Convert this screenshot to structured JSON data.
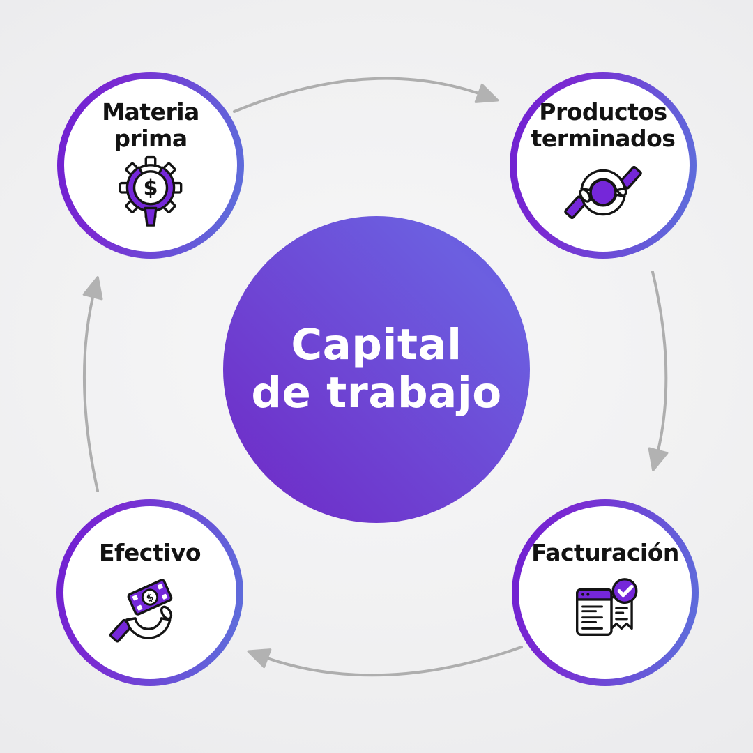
{
  "title": {
    "lines": [
      "Capital",
      "de trabajo"
    ],
    "full": "Capital de trabajo"
  },
  "nodes": [
    {
      "id": "materia-prima",
      "label": "Materia prima",
      "lines": [
        "Materia",
        "prima"
      ],
      "icon": "gear-dollar-icon",
      "position": "top-left"
    },
    {
      "id": "productos-terminados",
      "label": "Productos terminados",
      "lines": [
        "Productos",
        "terminados"
      ],
      "icon": "hands-exchange-icon",
      "position": "top-right"
    },
    {
      "id": "facturacion",
      "label": "Facturación",
      "lines": [
        "Facturación"
      ],
      "icon": "invoice-check-icon",
      "position": "bottom-right"
    },
    {
      "id": "efectivo",
      "label": "Efectivo",
      "lines": [
        "Efectivo"
      ],
      "icon": "money-hand-icon",
      "position": "bottom-left"
    }
  ],
  "flow": {
    "direction": "clockwise",
    "arrow_count": 4,
    "sequence": [
      "materia-prima",
      "productos-terminados",
      "facturacion",
      "efectivo"
    ]
  },
  "colors": {
    "accent_purple": "#7527d9",
    "ring_gradient_start": "#6e1fd1",
    "ring_gradient_end": "#5b73dc",
    "center_gradient_start": "#625adc",
    "center_gradient_end": "#6f2dc8",
    "arrow_gray": "#aeaeae",
    "label_text": "#131313",
    "title_text": "#ffffff",
    "background": "#f1f1f2",
    "icon_outline": "#141414"
  }
}
